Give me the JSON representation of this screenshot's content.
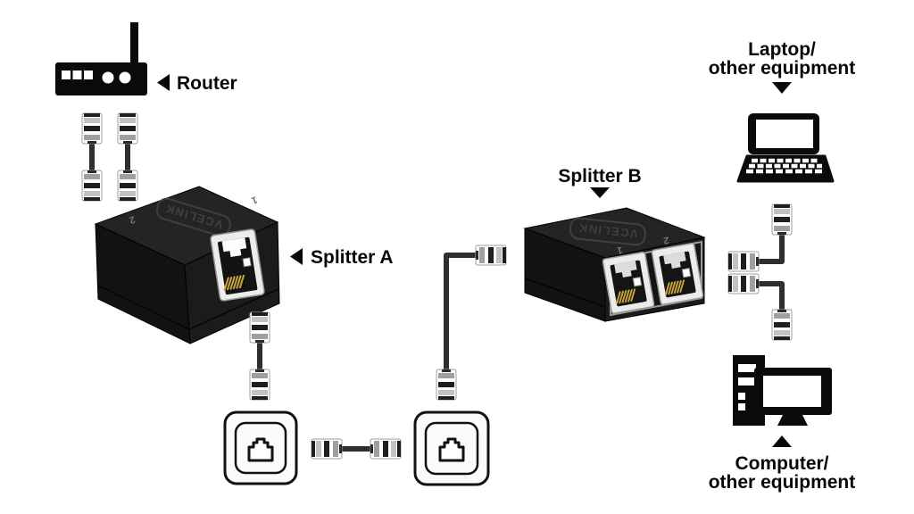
{
  "labels": {
    "router": "Router",
    "splitter_a": "Splitter A",
    "splitter_b": "Splitter B",
    "laptop_line1": "Laptop/",
    "laptop_line2": "other equipment",
    "computer_line1": "Computer/",
    "computer_line2": "other equipment"
  },
  "devices": {
    "splitter_brand": "VCELINK",
    "splitter_a": {
      "port_numbers": [
        "1",
        "2"
      ]
    },
    "splitter_b": {
      "port_numbers": [
        "1",
        "2"
      ]
    }
  },
  "icons": {
    "left_arrow": "◀",
    "down_arrow": "▼",
    "up_arrow": "▲",
    "router": "router-icon",
    "laptop": "laptop-icon",
    "computer": "desktop-computer-icon",
    "cable": "ethernet-cable-icon",
    "wall_plate": "ethernet-wall-plate-icon"
  },
  "colors": {
    "ink": "#070707",
    "device_black": "#181818",
    "cable": "#2e2e2e",
    "gold_pins": "#c9a43c",
    "plate_fill": "#fbfbfb"
  }
}
